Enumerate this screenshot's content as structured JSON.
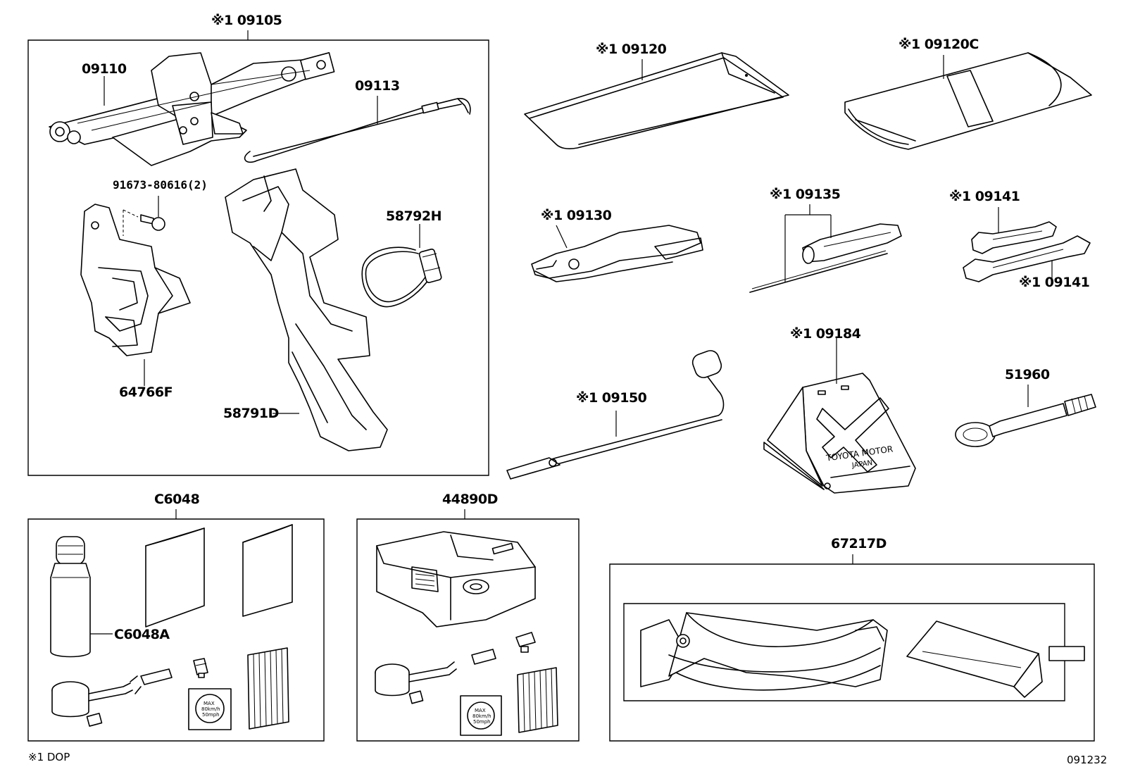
{
  "labels": {
    "jack_assy": "※1 09105",
    "jack": "09110",
    "jack_handle": "09113",
    "bolt": "91673-80616(2)",
    "jack_stand": "64766F",
    "jack_stand_holder": "58792H",
    "tool_tray": "58791D",
    "tool_bag": "※1 09120",
    "tool_bag_c": "※1 09120C",
    "pliers": "※1 09130",
    "screwdriver": "※1 09135",
    "wrench_top": "※1 09141",
    "wrench_bottom": "※1 09141",
    "wheel_wrench": "※1 09150",
    "wheel_chock": "※1 09184",
    "towing_eye": "51960",
    "repair_kit": "C6048",
    "sealant_bottle": "C6048A",
    "compressor": "44890D",
    "hook_kit": "67217D",
    "footnote": "※1  DOP",
    "diagram_id": "091232",
    "chock_text_1": "TOYOTA MOTOR",
    "chock_text_2": "JAPAN",
    "speed_sticker_1": "MAX",
    "speed_sticker_2": "80km/h",
    "speed_sticker_3": "50mph"
  }
}
